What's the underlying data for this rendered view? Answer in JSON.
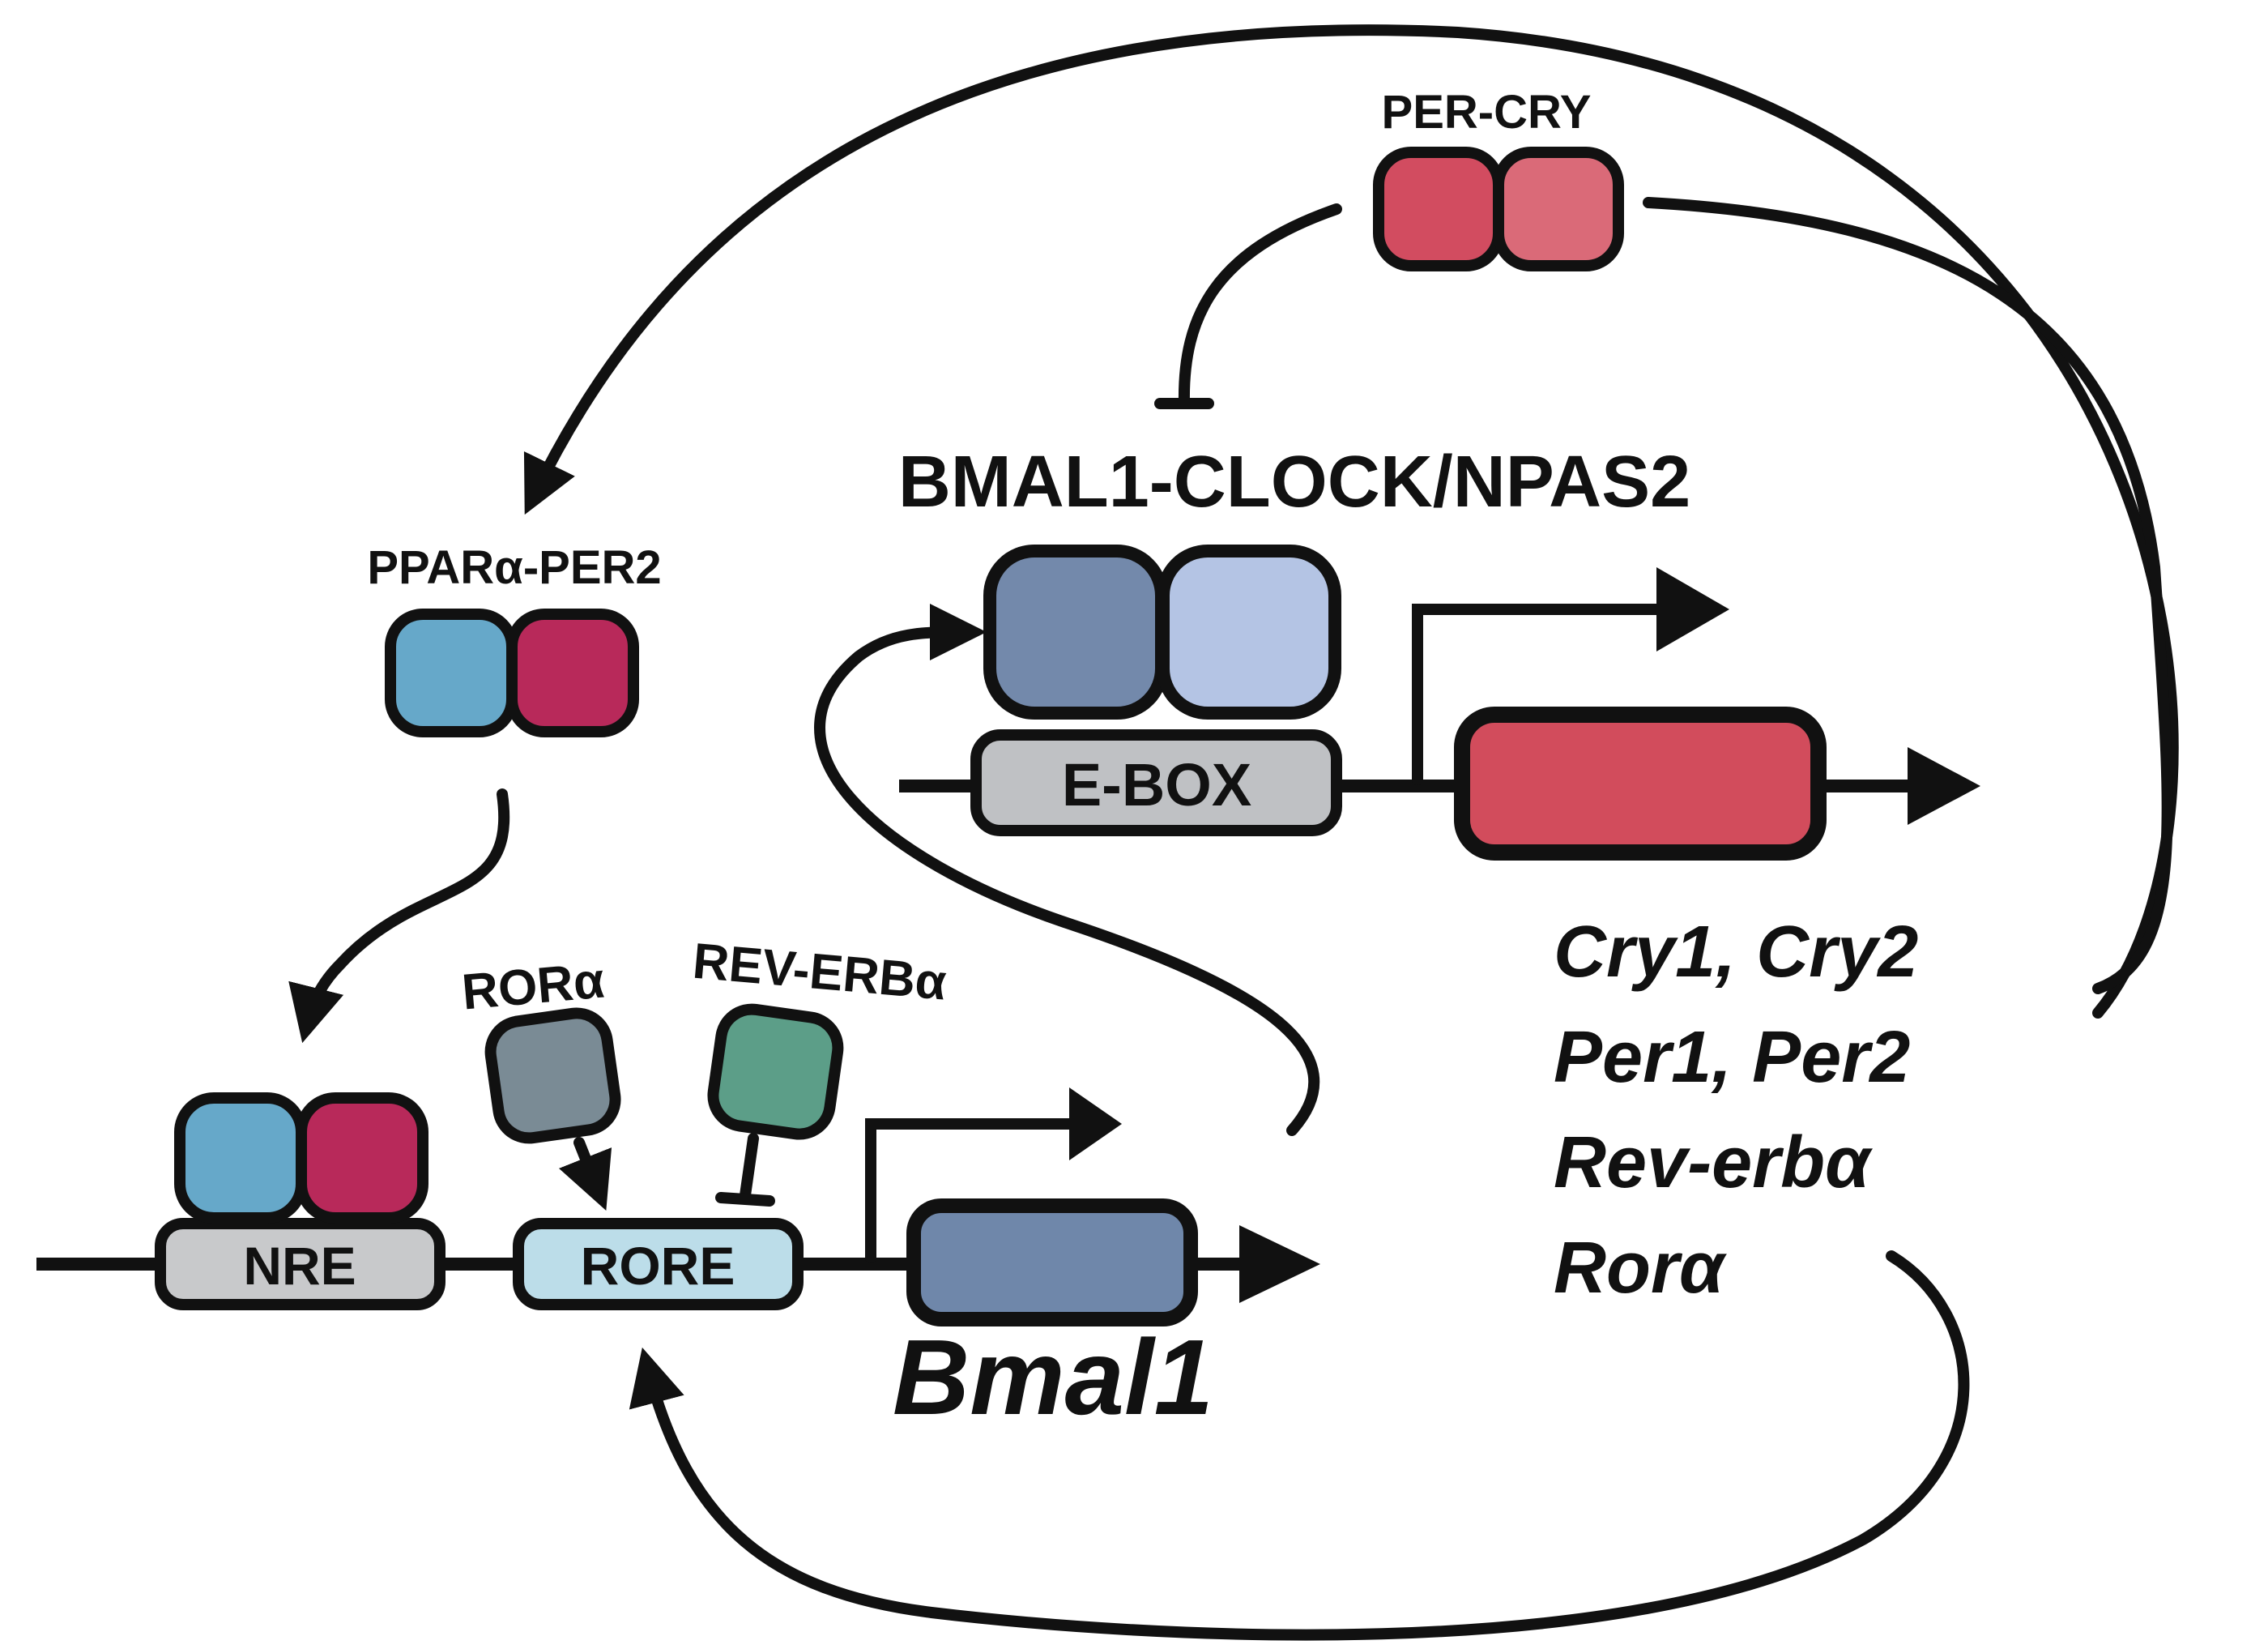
{
  "labels": {
    "per_cry": "PER-CRY",
    "bmal_clock": "BMAL1-CLOCK/NPAS2",
    "ppara_per2": "PPARα-PER2",
    "rora": "RORα",
    "rev_erba": "REV-ERBα",
    "ebox": "E-BOX",
    "nre": "NRE",
    "rore": "RORE",
    "bmal1_gene": "Bmal1",
    "target_genes": [
      "Cry1, Cry2",
      "Per1, Per2",
      "Rev-erbα",
      "Rorα"
    ]
  },
  "colors": {
    "per": "#d24c60",
    "cry": "#da6a78",
    "bmal1": "#7389ab",
    "clock": "#b4c4e4",
    "ppara": "#66a8c9",
    "per2": "#b8295a",
    "rora": "#7a8b95",
    "rev_erba": "#5c9e88",
    "ebox": "#bfc1c4",
    "nre": "#c8c9cb",
    "rore": "#bcdde9",
    "target_gene_box": "#d24c5c",
    "bmal1_gene_box": "#6f87aa",
    "line": "#111111"
  }
}
